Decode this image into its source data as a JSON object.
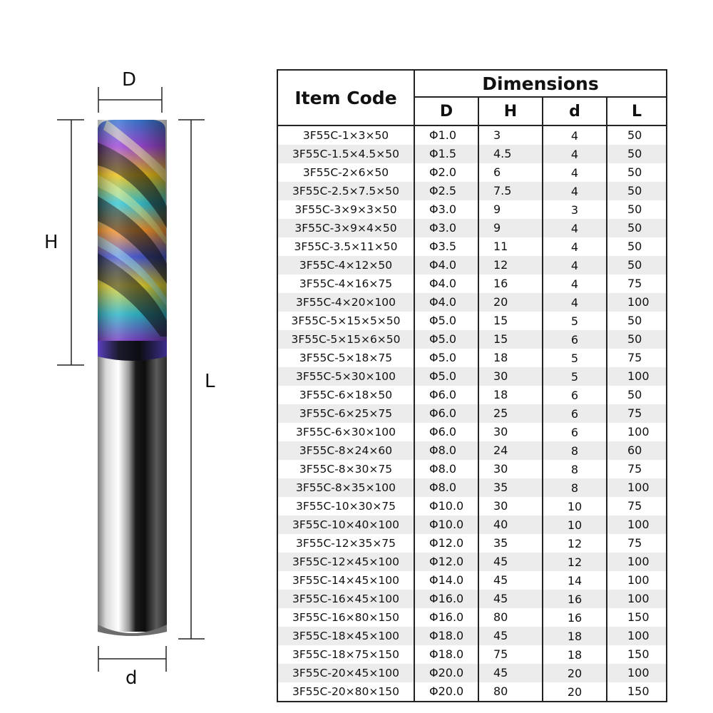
{
  "labels": {
    "D": "D",
    "H": "H",
    "L": "L",
    "d": "d"
  },
  "table": {
    "item_code_header": "Item Code",
    "dimensions_header": "Dimensions",
    "sub_headers": [
      "D",
      "H",
      "d",
      "L"
    ],
    "rows": [
      [
        "3F55C-1×3×50",
        "Φ1.0",
        "3",
        "4",
        "50"
      ],
      [
        "3F55C-1.5×4.5×50",
        "Φ1.5",
        "4.5",
        "4",
        "50"
      ],
      [
        "3F55C-2×6×50",
        "Φ2.0",
        "6",
        "4",
        "50"
      ],
      [
        "3F55C-2.5×7.5×50",
        "Φ2.5",
        "7.5",
        "4",
        "50"
      ],
      [
        "3F55C-3×9×3×50",
        "Φ3.0",
        "9",
        "3",
        "50"
      ],
      [
        "3F55C-3×9×4×50",
        "Φ3.0",
        "9",
        "4",
        "50"
      ],
      [
        "3F55C-3.5×11×50",
        "Φ3.5",
        "11",
        "4",
        "50"
      ],
      [
        "3F55C-4×12×50",
        "Φ4.0",
        "12",
        "4",
        "50"
      ],
      [
        "3F55C-4×16×75",
        "Φ4.0",
        "16",
        "4",
        "75"
      ],
      [
        "3F55C-4×20×100",
        "Φ4.0",
        "20",
        "4",
        "100"
      ],
      [
        "3F55C-5×15×5×50",
        "Φ5.0",
        "15",
        "5",
        "50"
      ],
      [
        "3F55C-5×15×6×50",
        "Φ5.0",
        "15",
        "6",
        "50"
      ],
      [
        "3F55C-5×18×75",
        "Φ5.0",
        "18",
        "5",
        "75"
      ],
      [
        "3F55C-5×30×100",
        "Φ5.0",
        "30",
        "5",
        "100"
      ],
      [
        "3F55C-6×18×50",
        "Φ6.0",
        "18",
        "6",
        "50"
      ],
      [
        "3F55C-6×25×75",
        "Φ6.0",
        "25",
        "6",
        "75"
      ],
      [
        "3F55C-6×30×100",
        "Φ6.0",
        "30",
        "6",
        "100"
      ],
      [
        "3F55C-8×24×60",
        "Φ8.0",
        "24",
        "8",
        "60"
      ],
      [
        "3F55C-8×30×75",
        "Φ8.0",
        "30",
        "8",
        "75"
      ],
      [
        "3F55C-8×35×100",
        "Φ8.0",
        "35",
        "8",
        "100"
      ],
      [
        "3F55C-10×30×75",
        "Φ10.0",
        "30",
        "10",
        "75"
      ],
      [
        "3F55C-10×40×100",
        "Φ10.0",
        "40",
        "10",
        "100"
      ],
      [
        "3F55C-12×35×75",
        "Φ12.0",
        "35",
        "12",
        "75"
      ],
      [
        "3F55C-12×45×100",
        "Φ12.0",
        "45",
        "12",
        "100"
      ],
      [
        "3F55C-14×45×100",
        "Φ14.0",
        "45",
        "14",
        "100"
      ],
      [
        "3F55C-16×45×100",
        "Φ16.0",
        "45",
        "16",
        "100"
      ],
      [
        "3F55C-16×80×150",
        "Φ16.0",
        "80",
        "16",
        "150"
      ],
      [
        "3F55C-18×45×100",
        "Φ18.0",
        "45",
        "18",
        "100"
      ],
      [
        "3F55C-18×75×150",
        "Φ18.0",
        "75",
        "18",
        "150"
      ],
      [
        "3F55C-20×45×100",
        "Φ20.0",
        "45",
        "20",
        "100"
      ],
      [
        "3F55C-20×80×150",
        "Φ20.0",
        "80",
        "20",
        "150"
      ]
    ]
  }
}
